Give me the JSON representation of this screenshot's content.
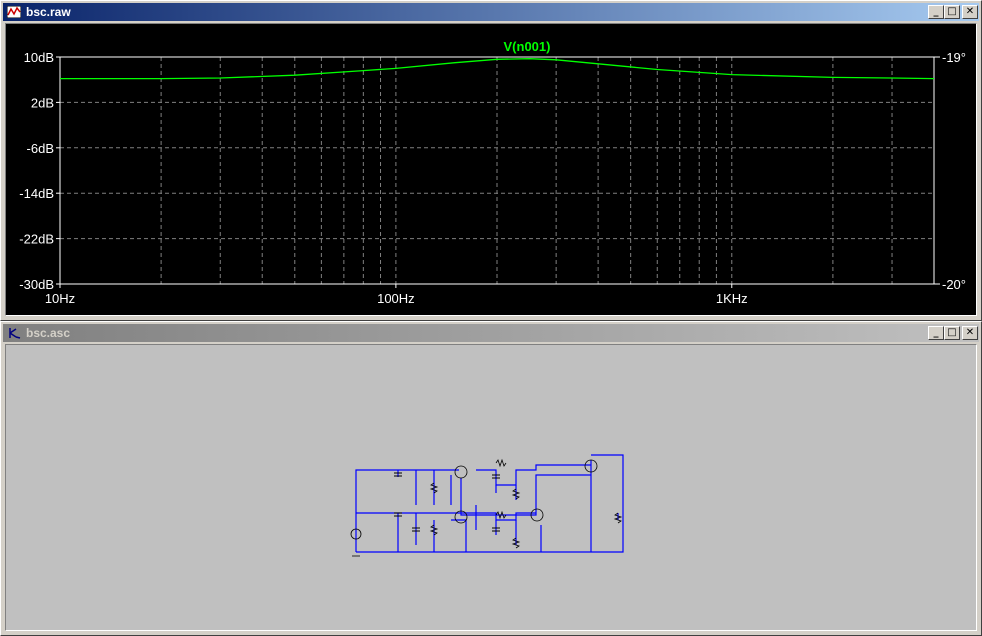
{
  "plot_window": {
    "title": "bsc.raw",
    "icon": "waveform-icon",
    "buttons": {
      "minimize": "_",
      "maximize": "□",
      "close": "✕"
    }
  },
  "schematic_window": {
    "title": "bsc.asc",
    "icon": "schematic-icon",
    "buttons": {
      "minimize": "_",
      "maximize": "□",
      "close": "✕"
    }
  },
  "colors": {
    "trace": "#00ff00",
    "axis_text": "#ffffff",
    "grid": "#808080",
    "wire": "#0000ff",
    "title_active": "#0a246a"
  },
  "chart_data": {
    "type": "line",
    "title": "V(n001)",
    "x_scale": "log",
    "x_ticks": [
      "10Hz",
      "100Hz",
      "1KHz"
    ],
    "xlim": [
      10,
      4000
    ],
    "y_left_ticks": [
      "10dB",
      "2dB",
      "-6dB",
      "-14dB",
      "-22dB",
      "-30dB"
    ],
    "ylim": [
      -30,
      10
    ],
    "y_right_ticks": [
      "-19°",
      "-20°"
    ],
    "grid": "dashed",
    "series": [
      {
        "name": "V(n001)",
        "x": [
          10,
          20,
          30,
          50,
          80,
          100,
          150,
          200,
          250,
          300,
          400,
          600,
          1000,
          2000,
          3000,
          4000
        ],
        "y": [
          6.2,
          6.2,
          6.3,
          6.8,
          7.6,
          8.0,
          9.0,
          9.6,
          9.7,
          9.5,
          8.8,
          7.8,
          6.9,
          6.4,
          6.3,
          6.2
        ]
      }
    ]
  }
}
